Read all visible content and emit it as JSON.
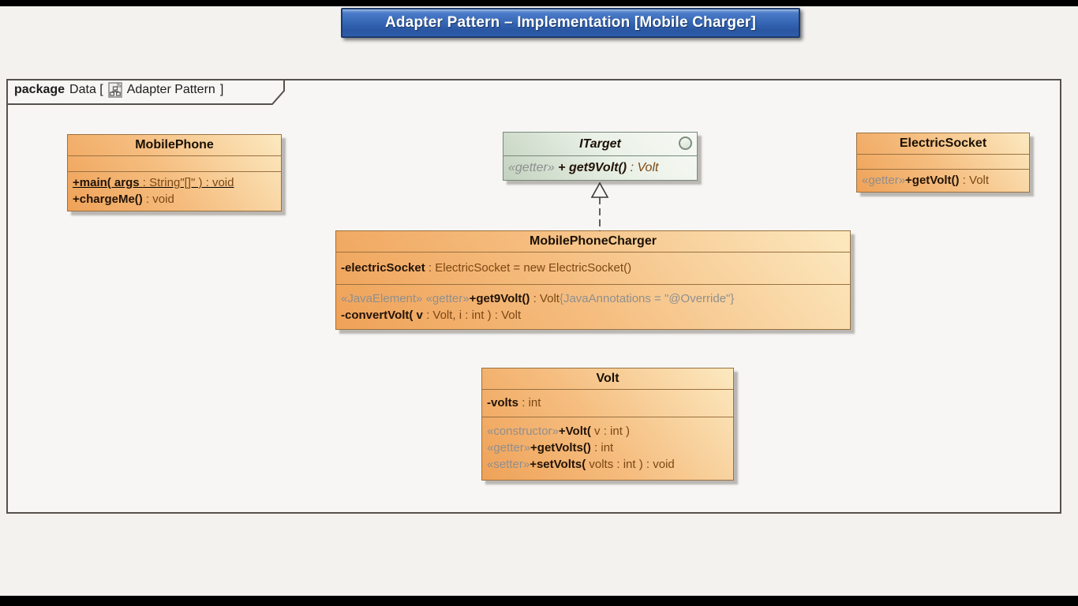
{
  "banner": {
    "title": "Adapter Pattern – Implementation [Mobile Charger]"
  },
  "package_header": {
    "keyword": "package",
    "context": "Data [",
    "diagram_name": "Adapter Pattern",
    "close": "]",
    "icon": "class-diagram-icon"
  },
  "colors": {
    "banner_blue": "#3566b4",
    "class_fill_dark": "#efa258",
    "class_fill_light": "#fce9c0",
    "class_border": "#9a7140",
    "interface_fill": "#eaf1e7",
    "interface_border": "#78887a",
    "stereotype_gray": "#8f8f8f",
    "type_brown": "#7c4714",
    "frame_border": "#57514b"
  },
  "classes": {
    "mobile_phone": {
      "title": "MobilePhone",
      "ops": [
        {
          "name": "+main( args ",
          "type": ": String\"[]\" ) : void"
        },
        {
          "name": "+chargeMe()",
          "type": " : void"
        }
      ]
    },
    "itarget": {
      "title": "ITarget",
      "ops": [
        {
          "stereo": "«getter» ",
          "name": "+ get9Volt()",
          "type": " : Volt"
        }
      ]
    },
    "electric_socket": {
      "title": "ElectricSocket",
      "ops": [
        {
          "stereo": "«getter»",
          "name": "+getVolt()",
          "type": " : Volt"
        }
      ]
    },
    "charger": {
      "title": "MobilePhoneCharger",
      "attrs": [
        {
          "name": "-electricSocket ",
          "type": ": ElectricSocket = new ElectricSocket()"
        }
      ],
      "ops": [
        {
          "stereo": "«JavaElement» «getter»",
          "name": "+get9Volt()",
          "type": " : Volt",
          "post": "{JavaAnnotations = \"@Override\"}"
        },
        {
          "name": "-convertVolt( v ",
          "type": ": Volt, i : int ) : Volt"
        }
      ]
    },
    "volt": {
      "title": "Volt",
      "attrs": [
        {
          "name": "-volts ",
          "type": ": int"
        }
      ],
      "ops": [
        {
          "stereo": "«constructor»",
          "name": "+Volt(",
          "type": " v : int )"
        },
        {
          "stereo": "«getter»",
          "name": "+getVolts()",
          "type": " : int"
        },
        {
          "stereo": "«setter»",
          "name": "+setVolts(",
          "type": " volts : int ) : void"
        }
      ]
    }
  }
}
